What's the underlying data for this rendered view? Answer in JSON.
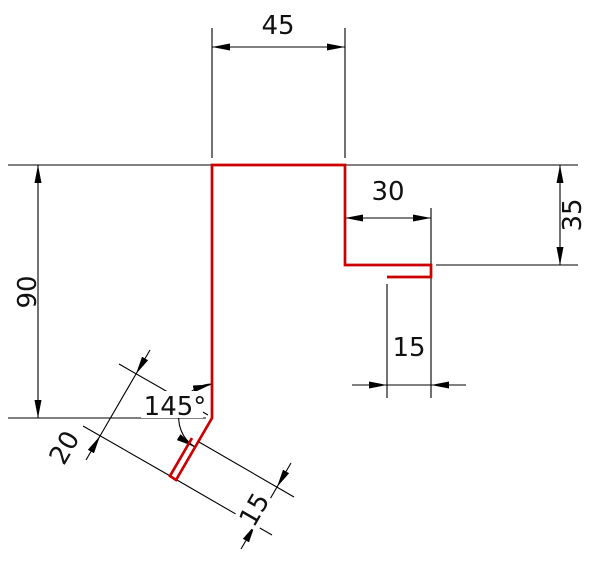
{
  "drawing": {
    "kind": "sheet-metal-profile-cross-section",
    "profile_color": "#cc0000",
    "line_color": "#000000",
    "background_color": "#ffffff",
    "dimensions": {
      "top_width": "45",
      "left_height": "90",
      "step_width": "30",
      "step_height": "35",
      "right_hem": "15",
      "bend_angle": "145°",
      "kick_length": "20",
      "bottom_hem": "15"
    }
  }
}
